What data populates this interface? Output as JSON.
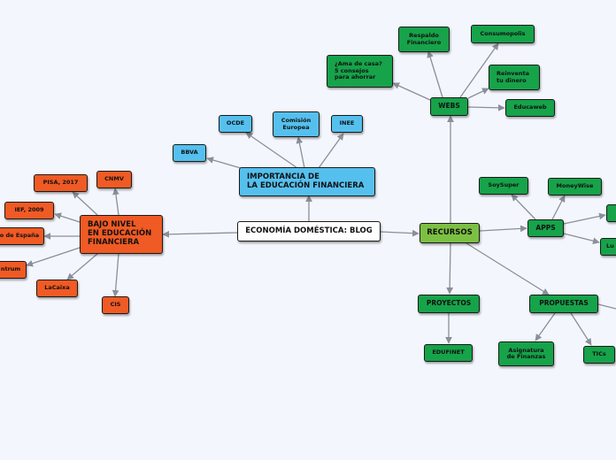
{
  "nodes": {
    "central": "ECONOMÍA DOMÉSTICA: BLOG",
    "importancia": "IMPORTANCIA DE\nLA EDUCACIÓN FINANCIERA",
    "ocde": "OCDE",
    "comision": "Comisión\nEuropea",
    "inee": "INEE",
    "bbva": "BBVA",
    "bajo_nivel": "BAJO NIVEL\nEN EDUCACIÓN\nFINANCIERA",
    "pisa": "PISA, 2017",
    "cnmv_top": "CNMV",
    "ief": "IEF, 2009",
    "banco": "o de España",
    "trum": "ntrum",
    "lacaixa": "LaCaixa",
    "cis": "CIS",
    "recursos": "RECURSOS",
    "webs": "WEBS",
    "respaldo": "Respaldo\nFinanciero",
    "consumopolis": "Consumopolis",
    "ama": "¿Ama de casa?\n5 consejos\npara ahorrar",
    "reinventa": "Reinventa\ntu dinero",
    "educaweb": "Educaweb",
    "apps": "APPS",
    "soysuper": "SoySuper",
    "moneywise": "MoneyWise",
    "lu": "Lu",
    "proyectos": "PROYECTOS",
    "edufinet": "EDUFINET",
    "propuestas": "PROPUESTAS",
    "asignatura": "Asignatura\nde Finanzas",
    "tics": "TICs"
  },
  "colors": {
    "green": "#16a34a",
    "red": "#f05a24",
    "blue": "#55c0ee",
    "lime": "#7cc043",
    "white": "#ffffff",
    "connector": "#8a8f99"
  }
}
